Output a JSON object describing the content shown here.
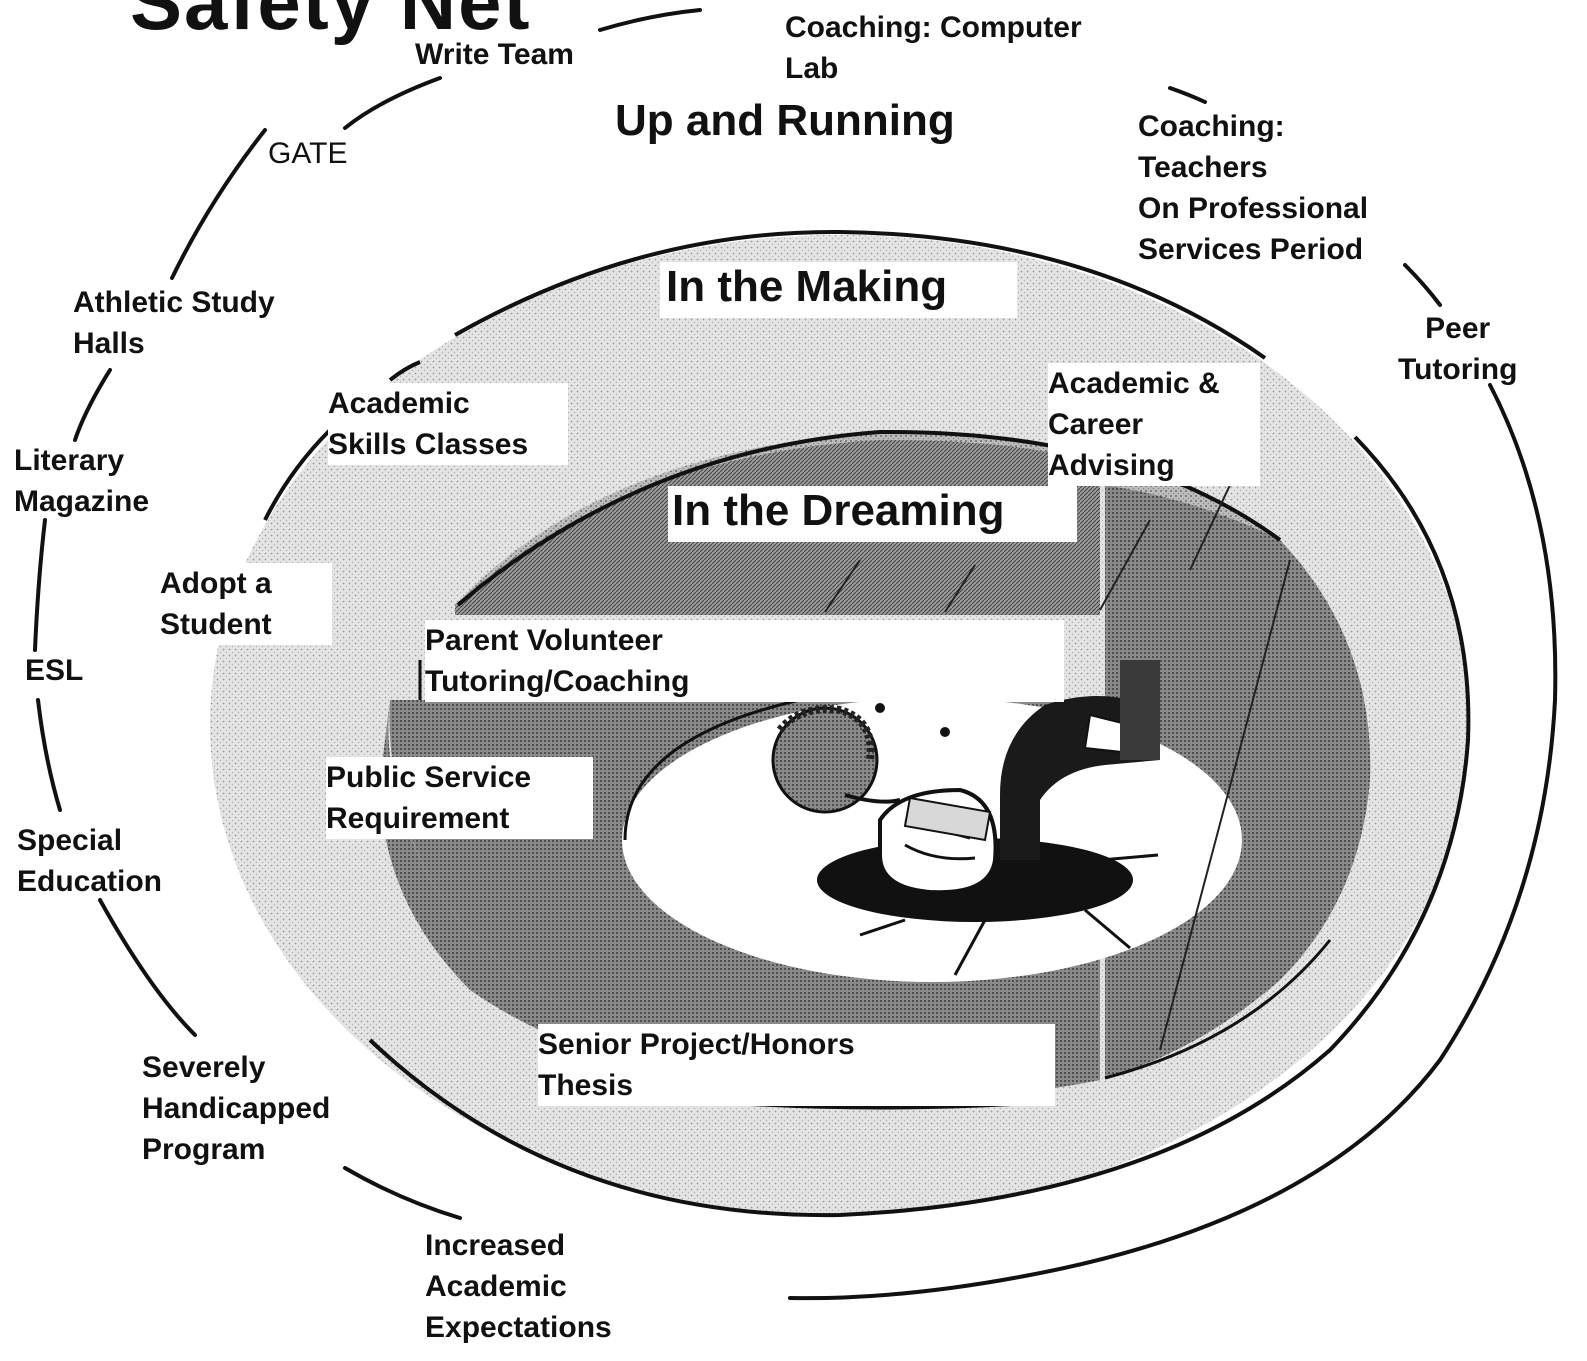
{
  "title": "Safety Net",
  "rings": {
    "outer": "Up and Running",
    "middle": "In the Making",
    "inner": "In the Dreaming"
  },
  "outer_items": {
    "write_team": "Write Team",
    "coaching_computer_lab": [
      "Coaching: Computer",
      "Lab"
    ],
    "gate": "GATE",
    "coaching_teachers": [
      "Coaching:",
      "Teachers",
      "On Professional",
      "Services Period"
    ],
    "athletic_study_halls": [
      "Athletic Study",
      "Halls"
    ],
    "peer_tutoring": [
      "Peer",
      "Tutoring"
    ],
    "literary_magazine": [
      "Literary",
      "Magazine"
    ],
    "esl": "ESL",
    "special_education": [
      "Special",
      "Education"
    ],
    "severely_handicapped": [
      "Severely",
      "Handicapped",
      "Program"
    ],
    "increased_expectations": [
      "Increased",
      "Academic",
      "Expectations"
    ]
  },
  "middle_items": {
    "academic_skills": [
      "Academic",
      "Skills Classes"
    ],
    "academic_career": [
      "Academic &",
      "Career",
      "Advising"
    ],
    "adopt_student": [
      "Adopt a",
      "Student"
    ],
    "senior_project": [
      "Senior Project/Honors",
      "Thesis"
    ]
  },
  "inner_items": {
    "parent_volunteer": [
      "Parent Volunteer",
      "Tutoring/Coaching"
    ],
    "public_service": [
      "Public Service",
      "Requirement"
    ]
  },
  "colors": {
    "outer_ring": "#e6e6e6",
    "middle_ring": "#c4c4c4",
    "inner_ring": "#8e8e8e",
    "line": "#111111"
  },
  "icons": {
    "center": "student-reading-on-floor-icon"
  }
}
